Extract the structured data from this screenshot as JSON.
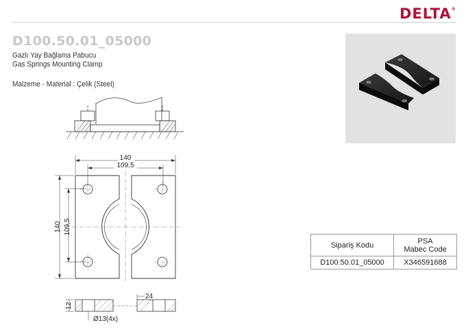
{
  "brand": {
    "name": "DELTA",
    "mark": "®",
    "color": "#b0133a"
  },
  "product": {
    "code": "D100.50.01_05000",
    "name_tr": "Gazlı Yay Bağlama Pabucu",
    "name_en": "Gas Springs Mounting Clamp",
    "material": "Malzeme - Material : Çelik (Steel)"
  },
  "drawing": {
    "dims": {
      "overall_width": "140",
      "hole_spacing_x": "109,5",
      "overall_height": "140",
      "hole_spacing_y": "109,5",
      "thickness": "12",
      "depth": "24",
      "hole": "Ø13(4x)"
    }
  },
  "order_table": {
    "headers": [
      "Sipariş Kodu",
      "PSA",
      "Mabec Code"
    ],
    "rows": [
      {
        "order_code": "D100.50.01_05000",
        "mabec_code": "X346591688"
      }
    ]
  }
}
